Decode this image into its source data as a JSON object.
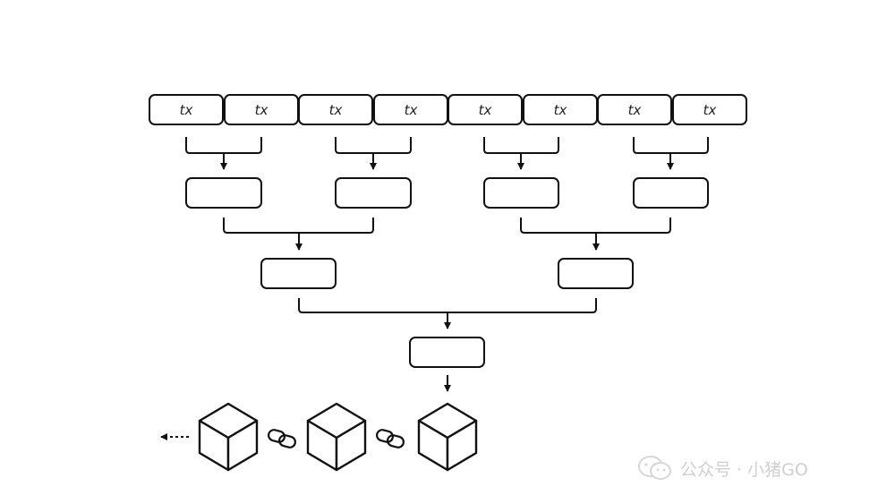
{
  "diagram": {
    "leaf_label": "tx",
    "leaf_count": 8,
    "levels": [
      8,
      4,
      2,
      1
    ],
    "chain_blocks": 3
  },
  "watermark": {
    "text": "公众号 · 小猪GO"
  }
}
